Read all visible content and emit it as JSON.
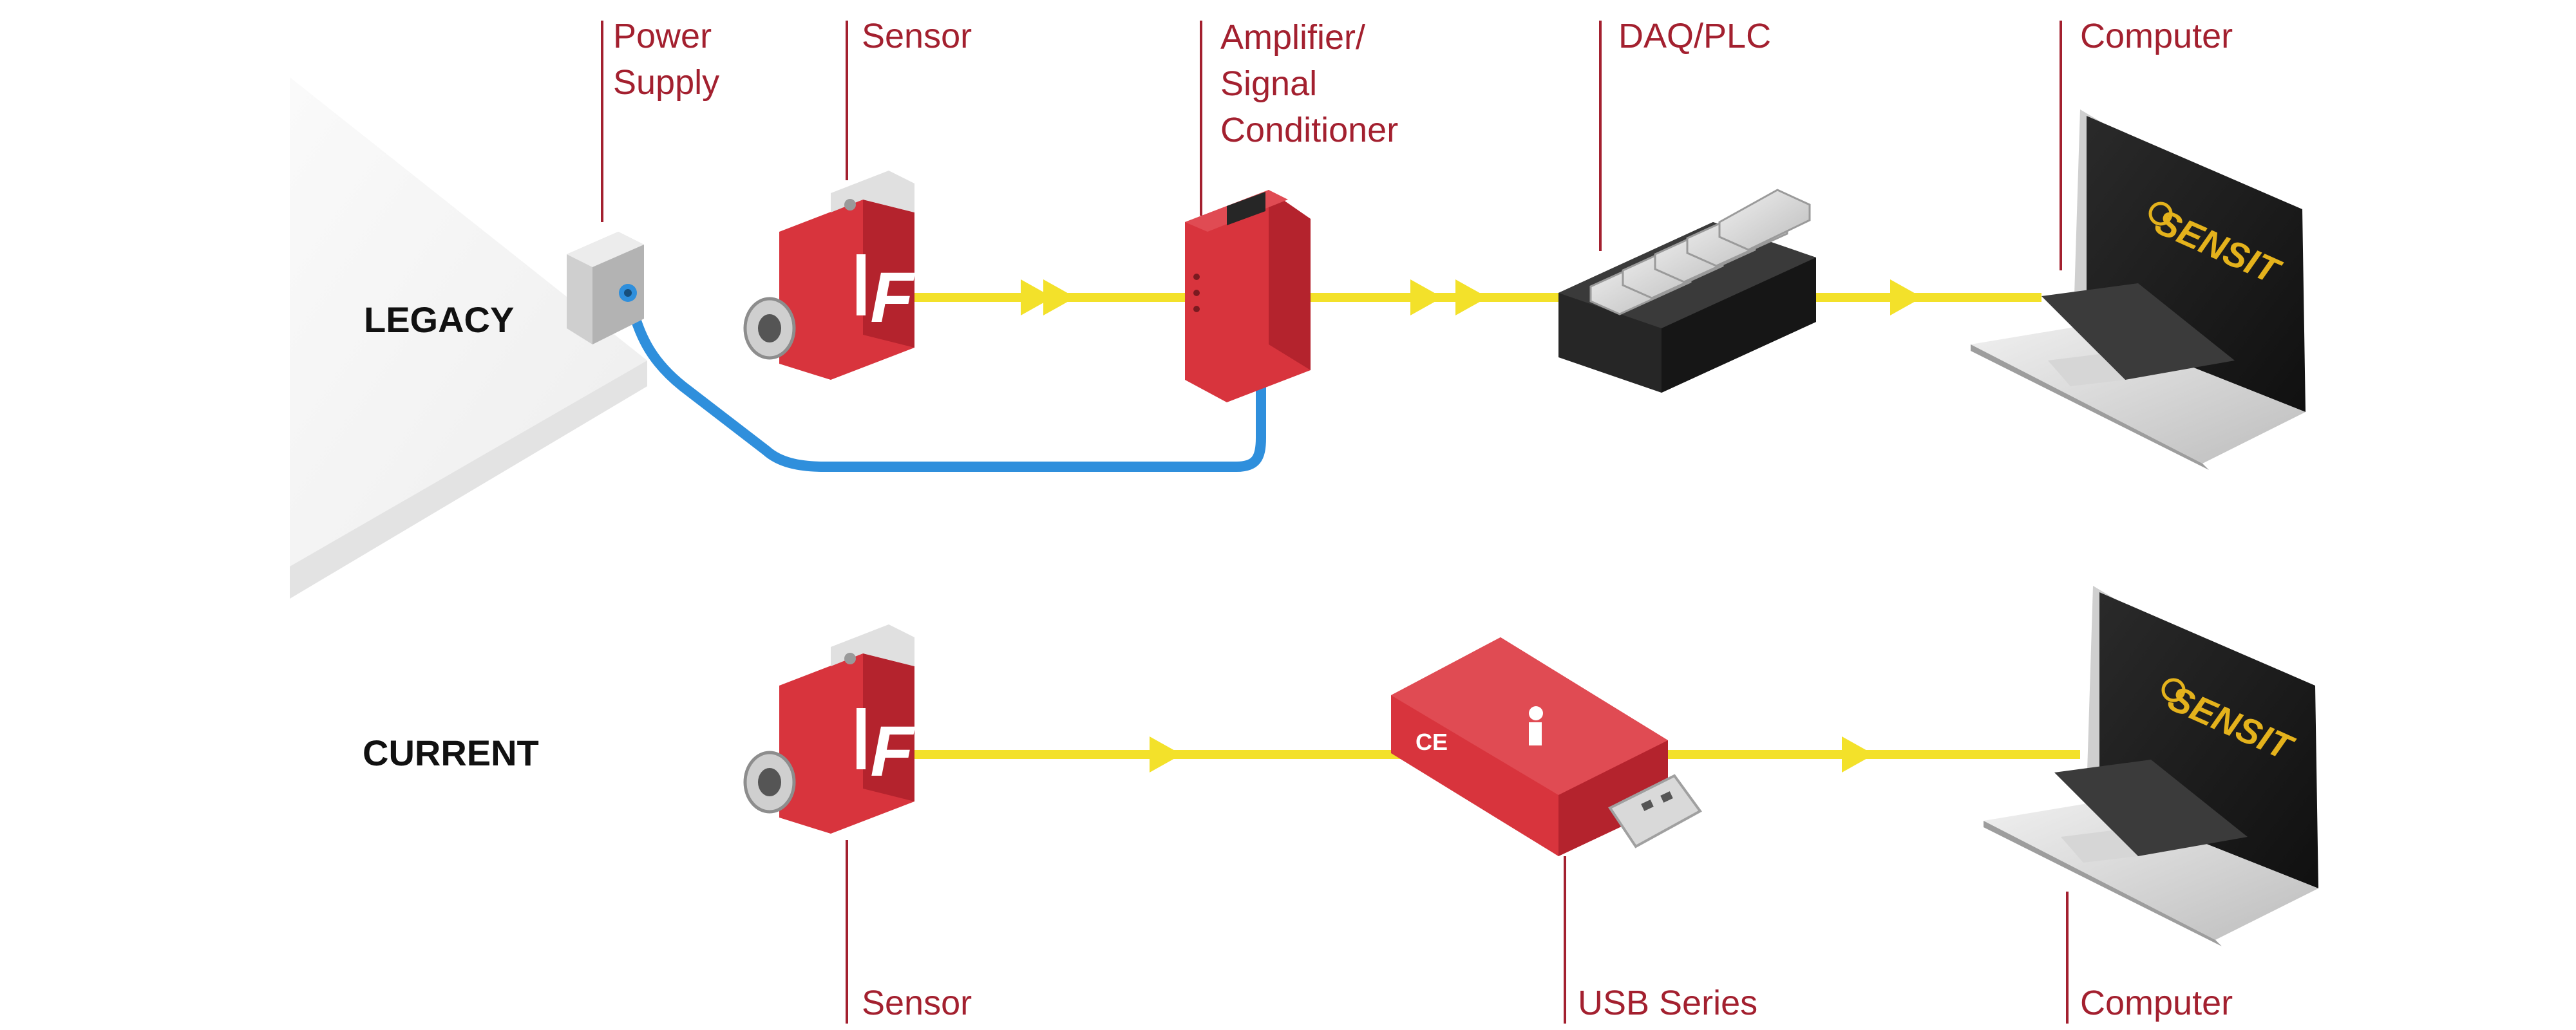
{
  "rows": {
    "legacy": "LEGACY",
    "current": "CURRENT"
  },
  "labels": {
    "power_supply": "Power\nSupply",
    "sensor_top": "Sensor",
    "amplifier": "Amplifier/\nSignal\nConditioner",
    "daq": "DAQ/PLC",
    "computer_top": "Computer",
    "sensor_bottom": "Sensor",
    "usb_series": "USB Series",
    "computer_bottom": "Computer"
  },
  "device_marks": {
    "sensor_logo": "F",
    "laptop_brand": "SENSIT",
    "ce_mark": "CE"
  },
  "colors": {
    "label": "#a3202f",
    "signal_line": "#f3e12a",
    "power_cable": "#2f8fdc",
    "device_red": "#d8343d",
    "daq_black": "#2a2a2a"
  }
}
